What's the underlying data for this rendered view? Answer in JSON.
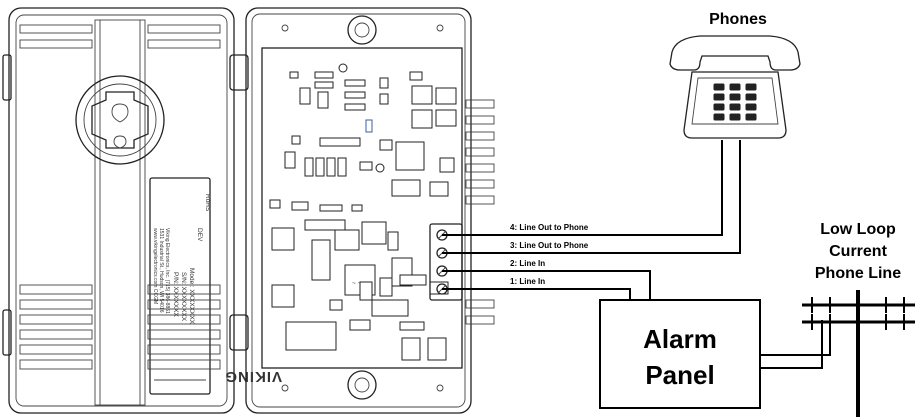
{
  "labels": {
    "phones": "Phones",
    "low_loop_line1": "Low Loop",
    "low_loop_line2": "Current",
    "low_loop_line3": "Phone Line",
    "alarm_line1": "Alarm",
    "alarm_line2": "Panel"
  },
  "terminals": [
    {
      "text": "4:  Line Out to Phone"
    },
    {
      "text": "3:  Line Out to Phone"
    },
    {
      "text": "2:  Line In"
    },
    {
      "text": "1:  Line In"
    }
  ],
  "product_label": {
    "brand": "VIKING",
    "rohs": "RoHS",
    "dev": "DEV",
    "model": "Model: XXXXXXXX",
    "sn": "S/N: XXXXXXXX",
    "pn": "P/N: XXXXXXX",
    "company": "Viking Electronics, Inc. (715) 386-8861",
    "address": "1531 Industrial St., Hudson, WI 54016",
    "web": "www.vikingelectronics.com  CCGM"
  },
  "colors": {
    "ink": "#000000",
    "device_line": "#222222",
    "background": "#ffffff"
  }
}
